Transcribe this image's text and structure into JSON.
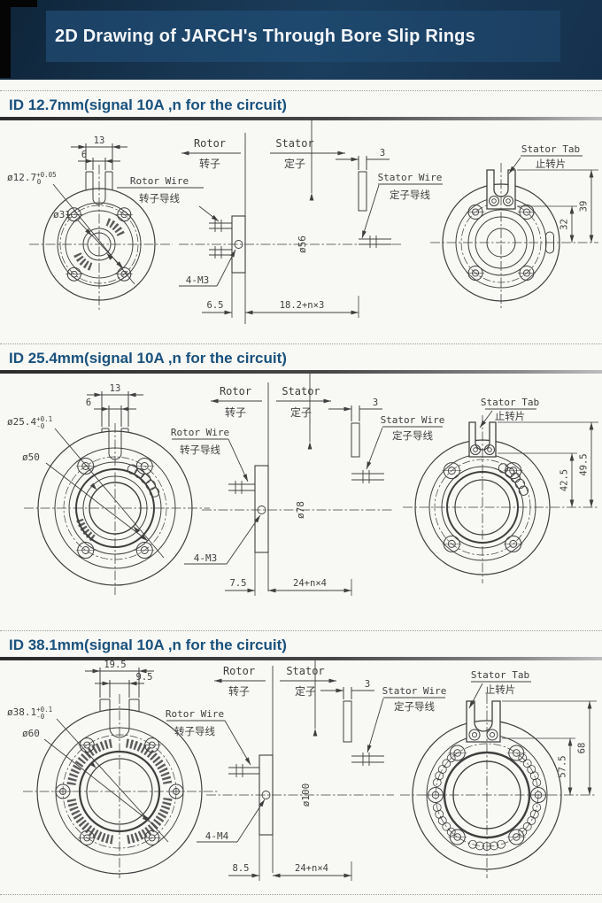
{
  "banner": {
    "title": "2D Drawing of JARCH's Through Bore Slip Rings"
  },
  "colors": {
    "banner_bg": "#17344f",
    "banner_box": "#1d4568",
    "banner_text": "#f4f7fa",
    "heading": "#19517d",
    "drawing_line": "#3f3f3f",
    "page_bg": "#f8f8f5"
  },
  "sections": [
    {
      "heading": "ID 12.7mm(signal 10A ,n for the circuit)",
      "front": {
        "dim_outer": "13",
        "dim_inner": "6",
        "bore": "ø12.7",
        "bore_tol_upper": "+0.05",
        "bore_tol_lower": "0",
        "outer_label": "ø31"
      },
      "side": {
        "rotor": "Rotor",
        "rotor_cn": "转子",
        "stator": "Stator",
        "stator_cn": "定子",
        "rotor_wire": "Rotor Wire",
        "rotor_wire_cn": "转子导线",
        "stator_wire": "Stator Wire",
        "stator_wire_cn": "定子导线",
        "tab_width": "3",
        "body_dia": "ø56",
        "screws": "4-M3",
        "flange_offset": "6.5",
        "body_length": "18.2+n×3"
      },
      "rear": {
        "tab": "Stator Tab",
        "tab_cn": "止转片",
        "dim_to_holes": "32",
        "dim_to_top": "39"
      }
    },
    {
      "heading": "ID 25.4mm(signal 10A ,n for the circuit)",
      "front": {
        "dim_outer": "13",
        "dim_inner": "6",
        "bore": "ø25.4",
        "bore_tol_upper": "+0.1",
        "bore_tol_lower": "-0",
        "outer_label": "ø50"
      },
      "side": {
        "rotor": "Rotor",
        "rotor_cn": "转子",
        "stator": "Stator",
        "stator_cn": "定子",
        "rotor_wire": "Rotor Wire",
        "rotor_wire_cn": "转子导线",
        "stator_wire": "Stator Wire",
        "stator_wire_cn": "定子导线",
        "tab_width": "3",
        "body_dia": "ø78",
        "screws": "4-M3",
        "flange_offset": "7.5",
        "body_length": "24+n×4"
      },
      "rear": {
        "tab": "Stator Tab",
        "tab_cn": "止转片",
        "dim_to_holes": "42.5",
        "dim_to_top": "49.5"
      }
    },
    {
      "heading": "ID 38.1mm(signal 10A ,n for the circuit)",
      "front": {
        "dim_outer": "19.5",
        "dim_inner": "9.5",
        "bore": "ø38.1",
        "bore_tol_upper": "+0.1",
        "bore_tol_lower": "-0",
        "outer_label": "ø60"
      },
      "side": {
        "rotor": "Rotor",
        "rotor_cn": "转子",
        "stator": "Stator",
        "stator_cn": "定子",
        "rotor_wire": "Rotor Wire",
        "rotor_wire_cn": "转子导线",
        "stator_wire": "Stator Wire",
        "stator_wire_cn": "定子导线",
        "tab_width": "3",
        "body_dia": "ø100",
        "screws": "4-M4",
        "flange_offset": "8.5",
        "body_length": "24+n×4"
      },
      "rear": {
        "tab": "Stator Tab",
        "tab_cn": "止转片",
        "dim_to_holes": "57.5",
        "dim_to_top": "68"
      }
    }
  ]
}
